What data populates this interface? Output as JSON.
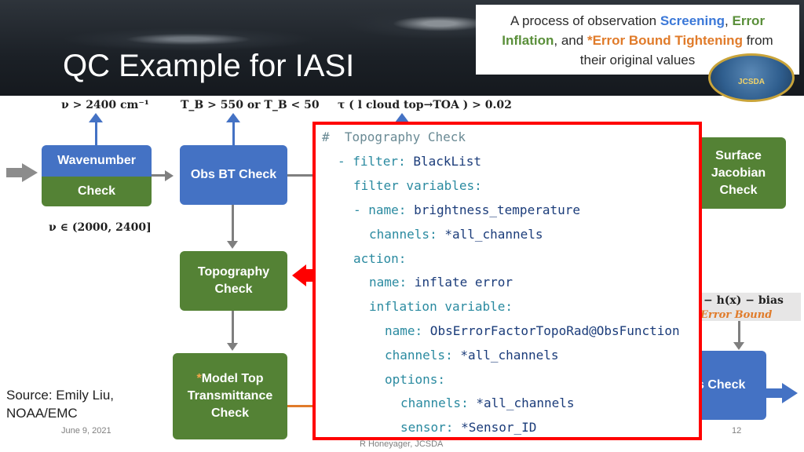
{
  "slide": {
    "title": "QC Example for IASI",
    "callout": {
      "line1_prefix": "A process of observation ",
      "screening": "Screening",
      "comma": ", ",
      "error": "Error",
      "inflation": "Inflation",
      "and": ", and ",
      "star": "*",
      "error_bound_tightening": "Error Bound Tightening",
      "from": " from",
      "line3": "their original values"
    },
    "logo_text": "JCSDA"
  },
  "equations": {
    "wavenumber_cond": "ν > 2400 cm⁻¹",
    "bt_cond": "T_B > 550 or T_B < 50",
    "tau_cond": "τ ( l cloud top→TOA ) > 0.02",
    "wavenumber_range": "ν ∈ (2000, 2400]",
    "h_bias": "− h(x) − bias",
    "error_bound": "Error Bound"
  },
  "boxes": {
    "wavenumber": "Wavenumber",
    "check": "Check",
    "obs_bt_check": "Obs BT Check",
    "topography_line1": "Topography",
    "topography_line2": "Check",
    "model_top_star": "*",
    "model_top_line1": "Model Top",
    "model_top_line2": "Transmittance",
    "model_top_line3": "Check",
    "surface_line1": "Surface",
    "surface_line2": "Jacobian",
    "surface_line3": "Check",
    "s_check": "s Check"
  },
  "code": {
    "l1": "#  Topography Check",
    "l2_dash": "- ",
    "l2_key": "filter:",
    "l2_val": " BlackList",
    "l3_key": "filter variables:",
    "l4_dash": "- ",
    "l4_key": "name:",
    "l4_val": " brightness_temperature",
    "l5_key": "channels:",
    "l5_val": " *all_channels",
    "l6_key": "action:",
    "l7_key": "name:",
    "l7_val": " inflate error",
    "l8_key": "inflation variable:",
    "l9_key": "name:",
    "l9_val": " ObsErrorFactorTopoRad@ObsFunction",
    "l10_key": "channels:",
    "l10_val": " *all_channels",
    "l11_key": "options:",
    "l12_key": "channels:",
    "l12_val": " *all_channels",
    "l13_key": "sensor:",
    "l13_val": " *Sensor_ID"
  },
  "footer": {
    "source_line1": "Source: Emily Liu,",
    "source_line2": "NOAA/EMC",
    "date": "June 9, 2021",
    "author": "R Honeyager, JCSDA",
    "page": "12"
  },
  "colors": {
    "blue": "#4472c4",
    "green": "#548235",
    "red": "#ff0000",
    "orange": "#e07b2a"
  }
}
